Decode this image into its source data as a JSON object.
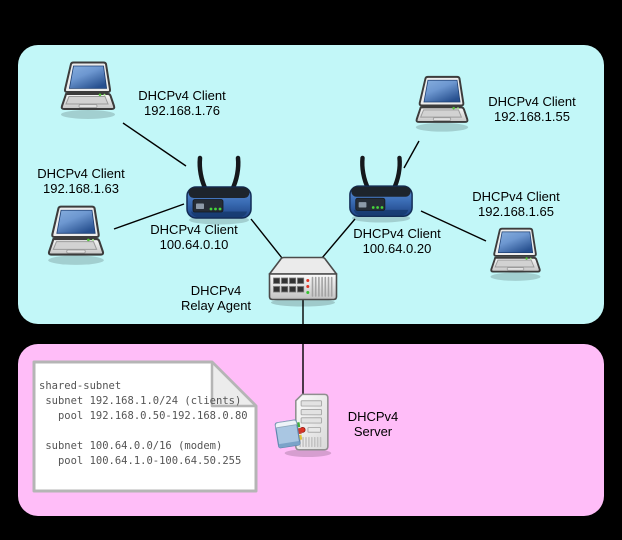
{
  "colors": {
    "background": "#000000",
    "clients_region": "#c2f7f8",
    "server_region": "#ffbdf8",
    "connection_line": "#000000",
    "note_background": "#ffffff",
    "note_border": "#b5b5b5",
    "note_text": "#555555"
  },
  "labels": {
    "client_176": "DHCPv4 Client\n192.168.1.76",
    "client_163": "DHCPv4 Client\n192.168.1.63",
    "client_10": "DHCPv4 Client\n100.64.0.10",
    "relay": "DHCPv4\nRelay Agent",
    "client_20": "DHCPv4 Client\n100.64.0.20",
    "client_155": "DHCPv4 Client\n192.168.1.55",
    "client_165": "DHCPv4 Client\n192.168.1.65",
    "server": "DHCPv4\nServer"
  },
  "note": {
    "text": "shared-subnet\n subnet 192.168.1.0/24 (clients)\n   pool 192.168.0.50-192.168.0.80\n\n subnet 100.64.0.0/16 (modem)\n   pool 100.64.1.0-100.64.50.255"
  },
  "icons": [
    "laptop-icon",
    "wireless-router-icon",
    "network-switch-icon",
    "server-tower-icon",
    "config-note-icon"
  ]
}
